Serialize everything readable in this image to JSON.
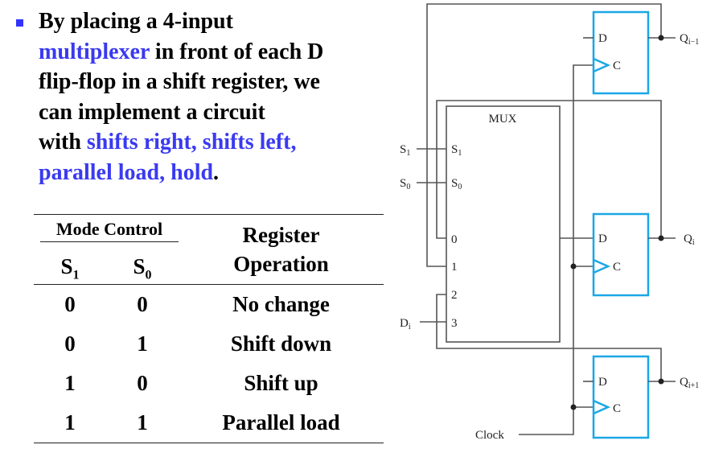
{
  "bullet": {
    "icon": "square-bullet-icon",
    "segments": [
      {
        "text": "By placing a 4-input ",
        "highlight": false
      },
      {
        "text": "multiplexer",
        "highlight": true
      },
      {
        "text": " in front  of each D flip-flop in a shift register, we can implement a circuit with ",
        "highlight": false
      },
      {
        "text": "shifts right, shifts left, parallel load, hold",
        "highlight": true
      },
      {
        "text": ".",
        "highlight": false
      }
    ],
    "lines": [
      "By placing a 4-input",
      "multiplexer",
      " in front  of each D",
      "flip-flop in a shift register, we",
      "can implement a circuit",
      "with ",
      "shifts right, shifts left,",
      "parallel load, hold",
      "."
    ]
  },
  "colors": {
    "highlight": "#3a3af0",
    "bullet": "#3333ff",
    "flipflop": "#1aa7e6",
    "wire": "#555555"
  },
  "table": {
    "group_header": "Mode Control",
    "operation_header_line1": "Register",
    "operation_header_line2": "Operation",
    "col_s1": "S",
    "col_s1_sub": "1",
    "col_s0": "S",
    "col_s0_sub": "0",
    "rows": [
      {
        "s1": "0",
        "s0": "0",
        "op": "No change"
      },
      {
        "s1": "0",
        "s0": "1",
        "op": "Shift down"
      },
      {
        "s1": "1",
        "s0": "0",
        "op": "Shift up"
      },
      {
        "s1": "1",
        "s0": "1",
        "op": "Parallel load"
      }
    ]
  },
  "diagram": {
    "mux_label": "MUX",
    "select_inputs": [
      {
        "name": "S",
        "sub": "1"
      },
      {
        "name": "S",
        "sub": "0"
      }
    ],
    "data_inputs": [
      "0",
      "1",
      "2",
      "3"
    ],
    "external_data": {
      "name": "D",
      "sub": "i"
    },
    "clock_label": "Clock",
    "flipflops": [
      {
        "d": "D",
        "c": "C",
        "q": "Q",
        "q_sub": "i−1"
      },
      {
        "d": "D",
        "c": "C",
        "q": "Q",
        "q_sub": "i"
      },
      {
        "d": "D",
        "c": "C",
        "q": "Q",
        "q_sub": "i+1"
      }
    ]
  }
}
